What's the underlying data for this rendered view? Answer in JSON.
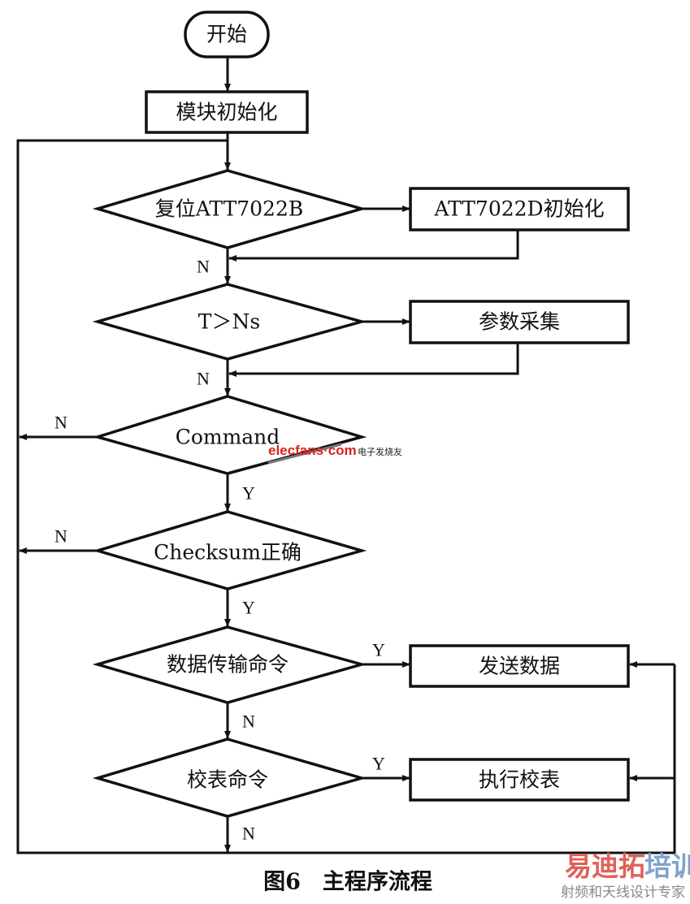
{
  "nodes": {
    "start": "开始",
    "init_module": "模块初始化",
    "reset_check": "复位ATT7022B",
    "att_init": "ATT7022D初始化",
    "timer_check": "T＞Ns",
    "param_collect": "参数采集",
    "command_check": "Command",
    "checksum_check": "Checksum正确",
    "data_cmd_check": "数据传输命令",
    "send_data": "发送数据",
    "calib_cmd_check": "校表命令",
    "do_calib": "执行校表"
  },
  "labels": {
    "yes": "Y",
    "no": "N"
  },
  "caption": "图6　主程序流程",
  "watermarks": {
    "elecfans": "elecfans·com",
    "elecfans_cn": "电子发烧友",
    "brand_a": "易迪拓",
    "brand_b": "培训",
    "brand_sub": "射频和天线设计专家",
    "brand_a_color": "#e0605a",
    "brand_b_color": "#7fa3cc"
  }
}
